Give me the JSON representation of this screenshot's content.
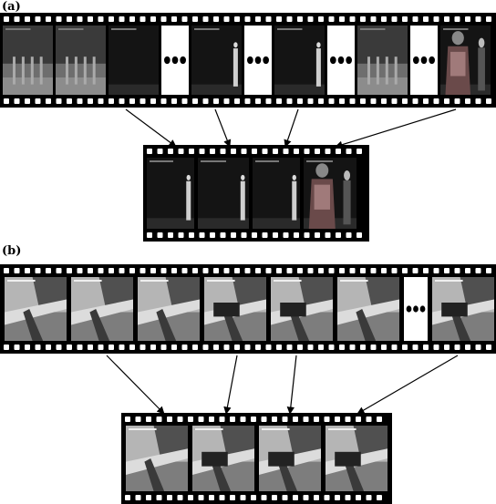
{
  "panels": {
    "a": {
      "label": "(a)",
      "strip_frames": [
        "thermal",
        "thermal",
        "thermal-dark",
        "dots",
        "thermal-person",
        "dots",
        "thermal-person",
        "dots",
        "thermal",
        "dots",
        "thermal-people"
      ],
      "key_frames": [
        "thermal-person",
        "thermal-person",
        "thermal-person",
        "thermal-people"
      ]
    },
    "b": {
      "label": "(b)",
      "strip_frames": [
        "scene",
        "scene",
        "scene",
        "scene-box",
        "scene-box",
        "scene",
        "dots",
        "scene-box"
      ],
      "key_frames": [
        "scene",
        "scene-box",
        "scene-box",
        "scene-box"
      ]
    }
  },
  "icons": {
    "ellipsis": "three-dots-icon",
    "arrow": "arrow-icon"
  },
  "colors": {
    "film": "#000000",
    "perforation": "#ffffff",
    "thermal": "#1c1c1c",
    "scene": "#8a8a8a"
  }
}
